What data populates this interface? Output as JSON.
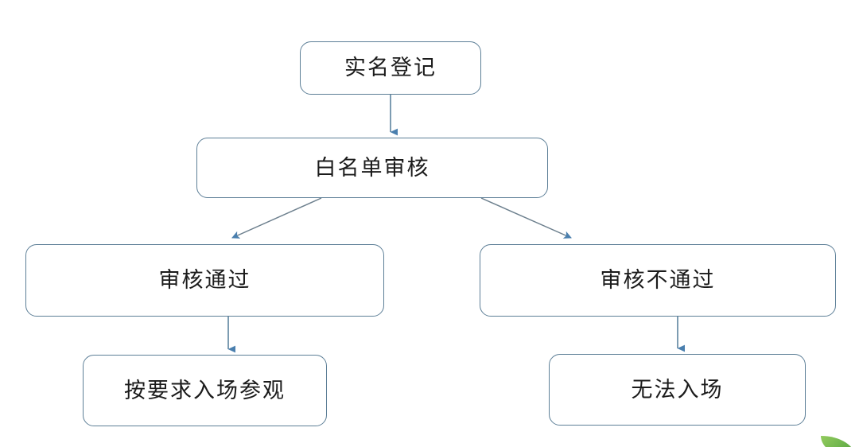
{
  "diagram": {
    "type": "flowchart",
    "title": "",
    "orientation": "top-down",
    "theme": {
      "node_border_color": "#5d7f97",
      "node_fill_color": "#ffffff",
      "edge_color": "#6b8fa8",
      "arrowhead_color": "#4a7fae",
      "text_color": "#1b1b1b",
      "background_color": "#ffffff",
      "watermark_color": "#4ea32a"
    },
    "nodes": [
      {
        "id": "start",
        "label": "实名登记"
      },
      {
        "id": "review",
        "label": "白名单审核"
      },
      {
        "id": "pass",
        "label": "审核通过"
      },
      {
        "id": "fail",
        "label": "审核不通过"
      },
      {
        "id": "enter",
        "label": "按要求入场参观"
      },
      {
        "id": "noentry",
        "label": "无法入场"
      }
    ],
    "edges": [
      {
        "from": "start",
        "to": "review",
        "label": "",
        "style": "straight-vertical"
      },
      {
        "from": "review",
        "to": "pass",
        "label": "",
        "style": "diagonal-left"
      },
      {
        "from": "review",
        "to": "fail",
        "label": "",
        "style": "diagonal-right"
      },
      {
        "from": "pass",
        "to": "enter",
        "label": "",
        "style": "straight-vertical"
      },
      {
        "from": "fail",
        "to": "noentry",
        "label": "",
        "style": "straight-vertical"
      }
    ]
  }
}
